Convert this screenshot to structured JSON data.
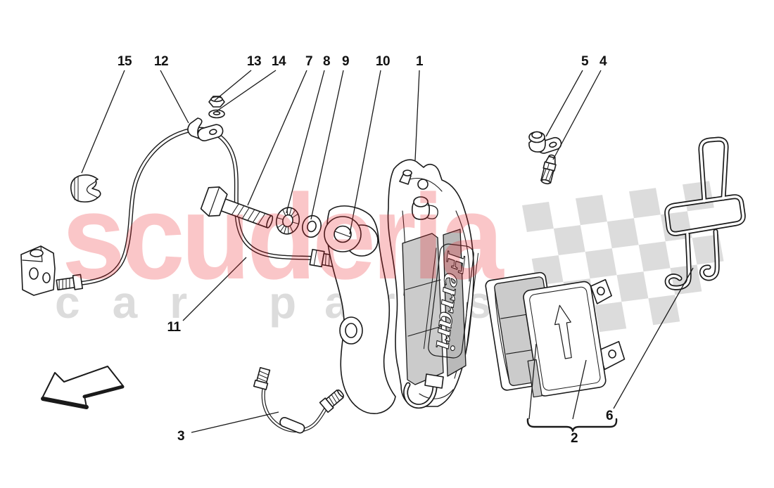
{
  "diagram": {
    "callouts": [
      "15",
      "12",
      "13",
      "14",
      "7",
      "8",
      "9",
      "10",
      "1",
      "5",
      "4",
      "11",
      "3",
      "2",
      "6"
    ],
    "caliper_brand": "Ferrari",
    "watermark": {
      "brand": "scuderia",
      "tagline_word1": "car",
      "tagline_word2": "parts",
      "brand_color": "#ED1C24",
      "tagline_color": "#DCDCDC"
    },
    "colors": {
      "line": "#1A1A1A",
      "checker": "#DBDBDB",
      "pad_gray": "#CBCBCB",
      "pad_gray_dark": "#B9B9B9",
      "background": "#FFFFFF"
    }
  }
}
